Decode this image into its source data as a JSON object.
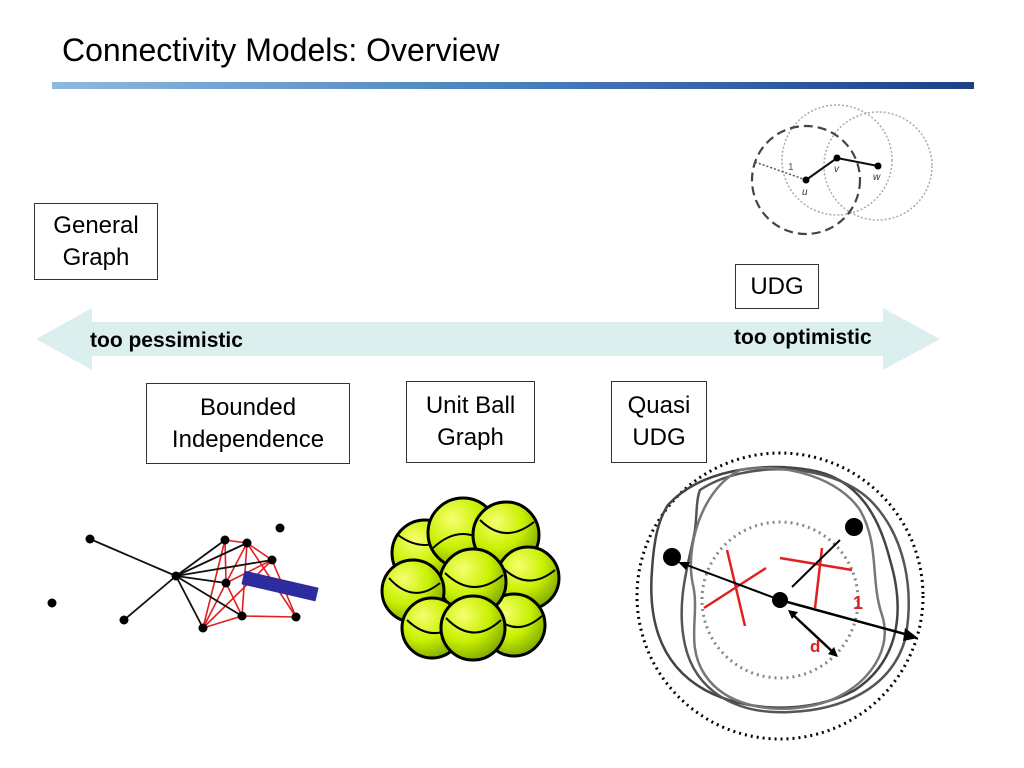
{
  "slide": {
    "title": "Connectivity Models: Overview"
  },
  "models": {
    "general_graph": "General\nGraph",
    "udg": "UDG",
    "bounded_independence": "Bounded\nIndependence",
    "unit_ball_graph": "Unit Ball\nGraph",
    "quasi_udg": "Quasi\nUDG"
  },
  "spectrum": {
    "left_label": "too pessimistic",
    "right_label": "too optimistic"
  },
  "udg_figure": {
    "radius_label": "1",
    "node_labels": [
      "u",
      "v",
      "w"
    ]
  },
  "quasi_figure": {
    "outer_radius_label": "1",
    "inner_radius_label": "d"
  },
  "colors": {
    "arrow_fill": "#dcefef",
    "accent_red": "#e02020",
    "rectangle_blue": "#2c2c9e",
    "ball_green": "#c8f000",
    "title_rule_dark": "#1d3f86"
  }
}
